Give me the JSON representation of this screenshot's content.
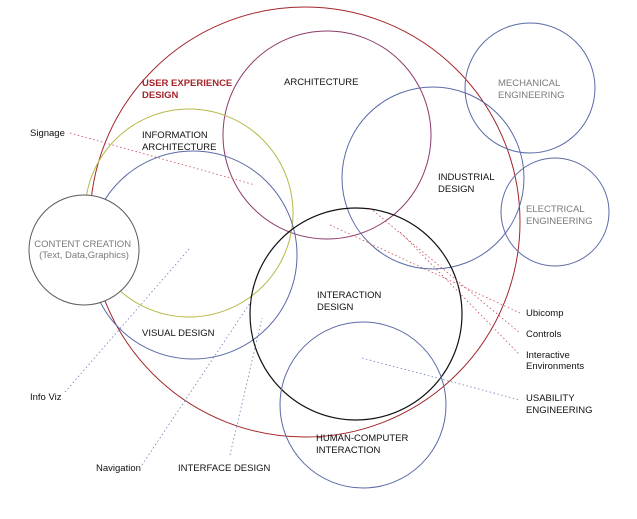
{
  "colors": {
    "ux": "#a3262b",
    "ia": "#b8b84a",
    "blue": "#5a6aa6",
    "purple": "#8c3a6a",
    "interaction": "#111111",
    "grey": "#8a8a8a",
    "leader_red": "#c94a57",
    "leader_blue": "#6a7fb8"
  },
  "labels": {
    "ux": [
      "USER EXPERIENCE",
      "DESIGN"
    ],
    "architecture": [
      "ARCHITECTURE"
    ],
    "mechanical": [
      "MECHANICAL",
      "ENGINEERING"
    ],
    "ia": [
      "INFORMATION",
      "ARCHITECTURE"
    ],
    "industrial": [
      "INDUSTRIAL",
      "DESIGN"
    ],
    "electrical": [
      "ELECTRICAL",
      "ENGINEERING"
    ],
    "content": [
      "CONTENT CREATION",
      "(Text, Data,Graphics)"
    ],
    "interaction": [
      "INTERACTION",
      "DESIGN"
    ],
    "visual": [
      "VISUAL DESIGN"
    ],
    "hci": [
      "HUMAN-COMPUTER",
      "INTERACTION"
    ]
  },
  "external": {
    "signage": [
      "Signage"
    ],
    "ubicomp": [
      "Ubicomp"
    ],
    "controls": [
      "Controls"
    ],
    "interactive_env": [
      "Interactive",
      "Environments"
    ],
    "usability": [
      "USABILITY",
      "ENGINEERING"
    ],
    "infoviz": [
      "Info Viz"
    ],
    "navigation": [
      "Navigation"
    ],
    "interface": [
      "INTERFACE DESIGN"
    ]
  }
}
